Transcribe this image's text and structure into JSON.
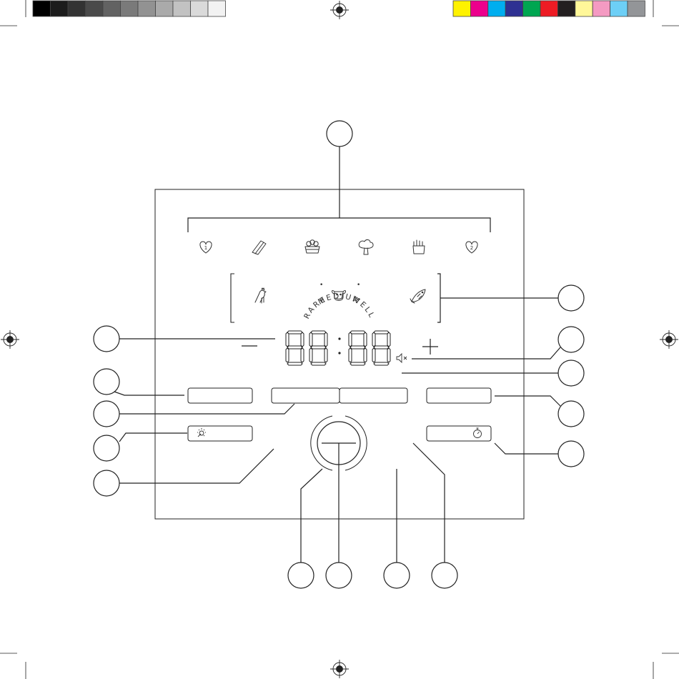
{
  "diagram": {
    "doneness_labels": {
      "rare": "RARE",
      "medium": "MEDIUM",
      "well": "WELL"
    },
    "preset_icons": [
      "heart-1-icon",
      "bacon-icon",
      "vegetables-basket-icon",
      "broccoli-icon",
      "fries-icon",
      "heart-2-icon"
    ],
    "preset_heart_labels": [
      "1",
      "2"
    ],
    "protein_icons": [
      "chicken-icon",
      "cow-icon",
      "fish-icon"
    ],
    "display": {
      "digits": [
        "8",
        "8",
        "8",
        "8"
      ]
    },
    "controls": {
      "minus_icon": "minus-icon",
      "plus_icon": "plus-icon",
      "mute_icon": "speaker-mute-icon",
      "light_icon": "light-icon",
      "timer_icon": "stopwatch-icon"
    },
    "callout_count": 15
  },
  "colors": {
    "registration_grays": [
      "#000000",
      "#1c1c1c",
      "#333333",
      "#4a4a4a",
      "#626262",
      "#7a7a7a",
      "#929292",
      "#aaaaaa",
      "#c2c2c2",
      "#dadada",
      "#f2f2f2"
    ],
    "registration_colors": [
      "#fff200",
      "#ec008c",
      "#00aeef",
      "#2e3192",
      "#00a651",
      "#ed1c24",
      "#231f20",
      "#fff799",
      "#f49ac2",
      "#6dcff6",
      "#939598"
    ],
    "line": "#222222"
  }
}
